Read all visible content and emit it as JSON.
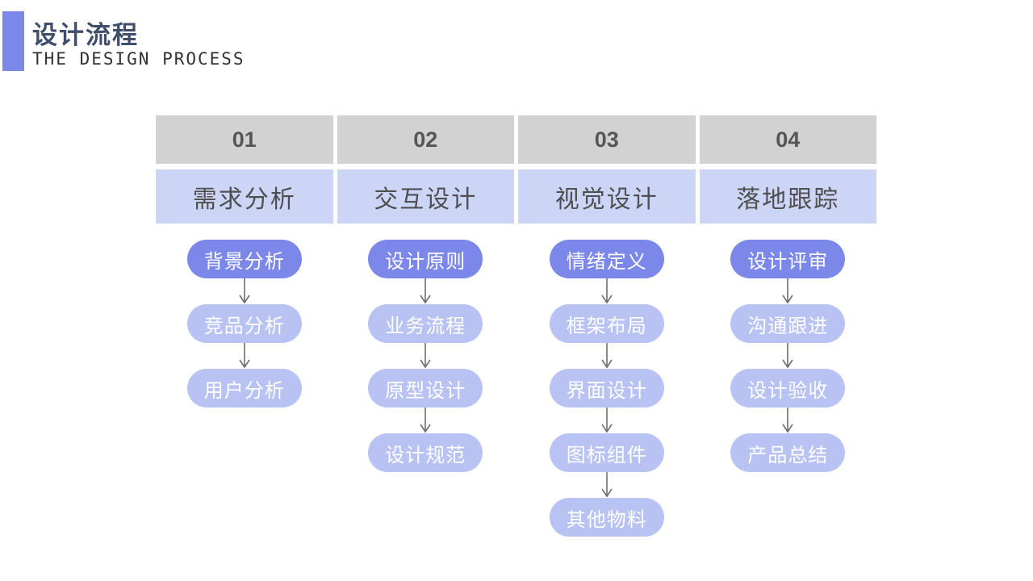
{
  "page": {
    "title": "设计流程",
    "subtitle": "THE DESIGN PROCESS"
  },
  "colors": {
    "accent": "#7b88ea",
    "pill_active": "#7b88ea",
    "pill_light": "#b8c3f3",
    "header_number_bg": "#d2d2d2",
    "header_title_bg": "#cdd5f6",
    "title_text": "#3e4e6b",
    "arrow": "#6e6e6e"
  },
  "columns": [
    {
      "number": "01",
      "title": "需求分析",
      "steps": [
        "背景分析",
        "竞品分析",
        "用户分析"
      ]
    },
    {
      "number": "02",
      "title": "交互设计",
      "steps": [
        "设计原则",
        "业务流程",
        "原型设计",
        "设计规范"
      ]
    },
    {
      "number": "03",
      "title": "视觉设计",
      "steps": [
        "情绪定义",
        "框架布局",
        "界面设计",
        "图标组件",
        "其他物料"
      ]
    },
    {
      "number": "04",
      "title": "落地跟踪",
      "steps": [
        "设计评审",
        "沟通跟进",
        "设计验收",
        "产品总结"
      ]
    }
  ]
}
